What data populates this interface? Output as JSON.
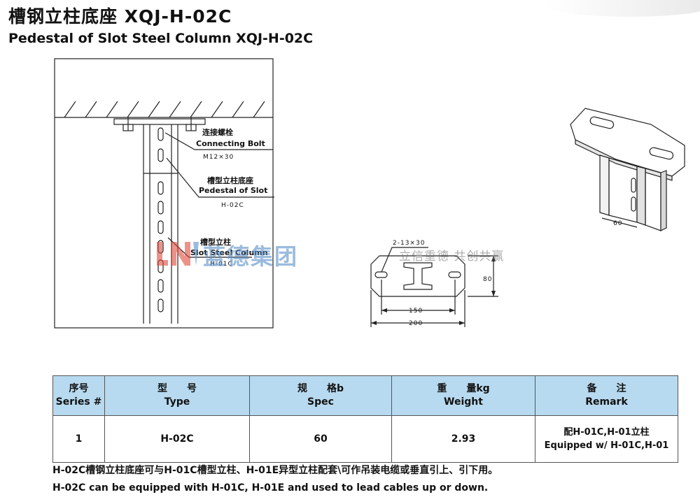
{
  "title": {
    "cn": "槽钢立柱底座 XQJ-H-02C",
    "en": "Pedestal of Slot Steel Column XQJ-H-02C"
  },
  "drawing": {
    "bolt_cn": "连接螺栓",
    "bolt_en": "Connecting Bolt",
    "bolt_spec": "M12×30",
    "pedestal_cn": "槽型立柱底座",
    "pedestal_en": "Pedestal of Slot",
    "pedestal_code": "H-02C",
    "column_cn": "槽型立柱",
    "column_en": "Slot Steel Column",
    "column_code": "H-01C",
    "dim_holes": "2-13×30",
    "dim_80": "80",
    "dim_150": "150",
    "dim_200": "200",
    "dim_60": "60"
  },
  "watermark": {
    "cn": "蓝德集团",
    "slogan": "立信重德 共创共赢"
  },
  "table": {
    "headers": [
      {
        "cn": "序号",
        "en": "Series #"
      },
      {
        "cn": "型　　号",
        "en": "Type"
      },
      {
        "cn": "规　　格b",
        "en": "Spec"
      },
      {
        "cn": "重　　量kg",
        "en": "Weight"
      },
      {
        "cn": "备　　注",
        "en": "Remark"
      }
    ],
    "row": {
      "series": "1",
      "type": "H-02C",
      "spec": "60",
      "weight": "2.93",
      "remark_cn": "配H-01C,H-01立柱",
      "remark_en": "Equipped w/ H-01C,H-01"
    }
  },
  "notes": {
    "cn": "H-02C槽钢立柱底座可与H-01C槽型立柱、H-01E异型立柱配套\\可作吊装电缆或垂直引上、引下用。",
    "en": "H-02C can be equipped with H-01C, H-01E and used to lead cables up or down."
  },
  "colors": {
    "table_header": "#b8daf0",
    "watermark_blue": "#5a8fc9",
    "watermark_red": "#e24a3b"
  }
}
